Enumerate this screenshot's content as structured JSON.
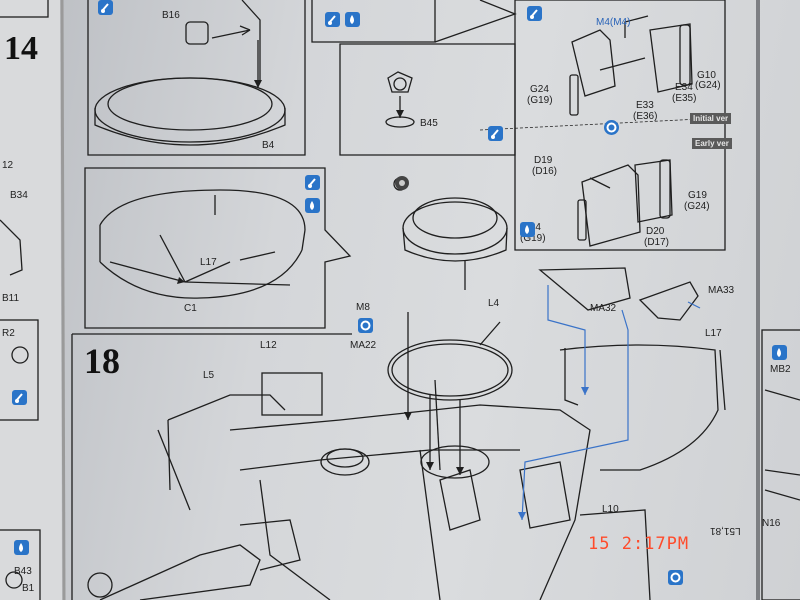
{
  "steps": {
    "step14": "14",
    "step18": "18"
  },
  "labels": {
    "b16": "B16",
    "b4": "B4",
    "b45": "B45",
    "m4": "M4(M4)",
    "g24_top": "G24",
    "g19_top": "(G19)",
    "g10": "G10",
    "g24_r": "(G24)",
    "e34": "E34",
    "e35": "(E35)",
    "e33": "E33",
    "e36": "(E36)",
    "initial_ver": "Initial ver",
    "early_ver": "Early ver",
    "d19": "D19",
    "d16": "(D16)",
    "g19_r": "G19",
    "g24_r2": "(G24)",
    "g24_b": "G24",
    "g19_b": "(G19)",
    "d20": "D20",
    "d17": "(D17)",
    "l17_inset": "L17",
    "c1": "C1",
    "m8": "M8",
    "ma22": "MA22",
    "l4": "L4",
    "ma32": "MA32",
    "ma33": "MA33",
    "l17": "L17",
    "l12": "L12",
    "l5": "L5",
    "l10": "L10",
    "l51": "L51,81",
    "b34": "B34",
    "b11": "B11",
    "r2": "R2",
    "n12": "12",
    "b43": "B43",
    "b1": "B1",
    "mb2": "MB2",
    "n16": "N16"
  },
  "date_stamp": "15   2:17PM",
  "colors": {
    "icon_blue": "#2a74c8",
    "stamp": "#ff4b2b",
    "ink": "#222222"
  },
  "icons": [
    "paint-icon",
    "cement-icon",
    "drill-icon",
    "option-icon"
  ]
}
